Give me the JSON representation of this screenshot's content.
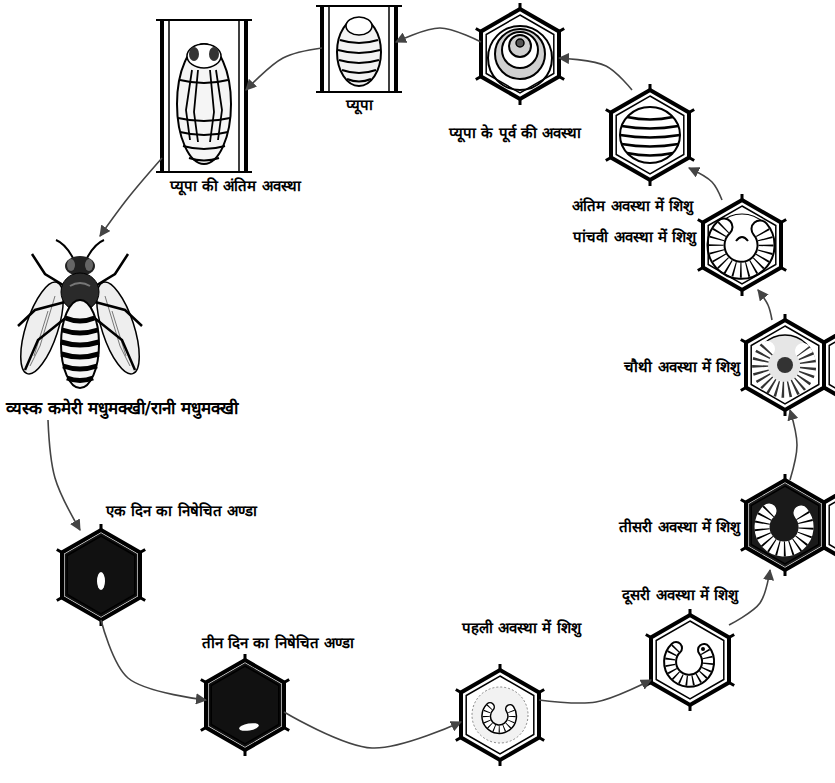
{
  "diagram": {
    "nodes": [
      {
        "text": [
          "व्यस्क कमेरी मधुमक्खी/रानी मधुमक्खी"
        ]
      },
      {
        "text": [
          "एक दिन का निषेचित अण्डा"
        ]
      },
      {
        "text": [
          "तीन दिन का निषेचित अण्डा"
        ]
      },
      {
        "text": [
          "पहली अवस्था में शिशु"
        ]
      },
      {
        "text": [
          "दूसरी अवस्था में शिशु"
        ]
      },
      {
        "text": [
          "तीसरी अवस्था में शिशु"
        ]
      },
      {
        "text": [
          "चौथी अवस्था में शिशु"
        ]
      },
      {
        "text": [
          "पांचवी अवस्था में शिशु"
        ]
      },
      {
        "text": [
          "अंतिम अवस्था में शिशु"
        ]
      },
      {
        "text": [
          "प्यूपा के पूर्व की अवस्था"
        ]
      },
      {
        "text": [
          "प्यूपा"
        ]
      },
      {
        "text": [
          "प्यूपा की अंतिम अवस्था"
        ]
      }
    ],
    "edges": [
      {
        "from": 0,
        "to": 1,
        "arrow": "to"
      },
      {
        "from": 1,
        "to": 2,
        "arrow": "to"
      },
      {
        "from": 2,
        "to": 3,
        "arrow": "to"
      },
      {
        "from": 3,
        "to": 4,
        "arrow": "to"
      },
      {
        "from": 4,
        "to": 5,
        "arrow": "to"
      },
      {
        "from": 5,
        "to": 6,
        "arrow": "to"
      },
      {
        "from": 6,
        "to": 7,
        "arrow": "to"
      },
      {
        "from": 7,
        "to": 8,
        "arrow": "to"
      },
      {
        "from": 8,
        "to": 9,
        "arrow": "to"
      },
      {
        "from": 9,
        "to": 10,
        "arrow": "to"
      },
      {
        "from": 10,
        "to": 11,
        "arrow": "to"
      },
      {
        "from": 11,
        "to": 0,
        "arrow": "to"
      }
    ]
  }
}
